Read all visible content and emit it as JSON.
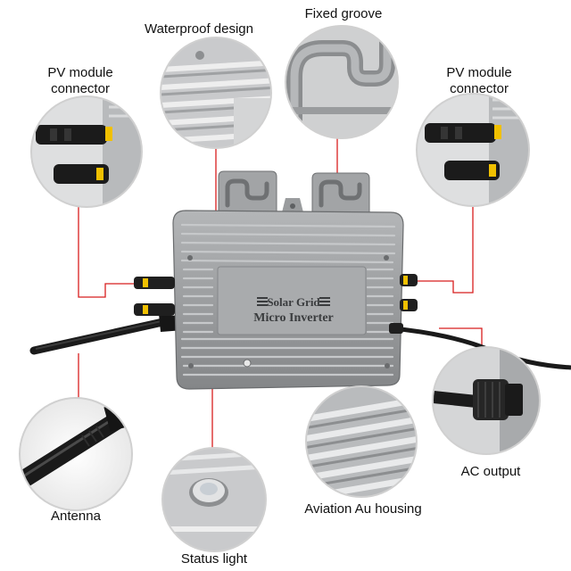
{
  "labels": {
    "waterproof": "Waterproof design",
    "fixed_groove": "Fixed groove",
    "pv_left_line1": "PV module",
    "pv_left_line2": "connector",
    "pv_right_line1": "PV module",
    "pv_right_line2": "connector",
    "antenna": "Antenna",
    "status_light": "Status light",
    "aviation": "Aviation Au housing",
    "ac_output": "AC output"
  },
  "device": {
    "brand_line1": "Solar Grid",
    "brand_line2": "Micro Inverter"
  },
  "colors": {
    "callout_line": "#d81e1e",
    "housing": "#9a9c9e",
    "housing_dark": "#6f7173",
    "fin": "#b9bbbd",
    "brand_text": "#3a3c3e",
    "cable": "#1a1a1a",
    "connector": "#202020"
  }
}
